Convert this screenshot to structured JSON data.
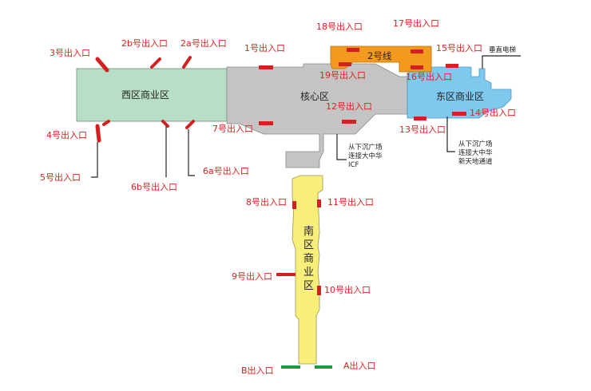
{
  "zones": {
    "west": "西区商业区",
    "core": "核心区",
    "east": "东区商业区",
    "south": "南区商业区"
  },
  "line2": "2号线",
  "notes": {
    "icf": [
      "从下沉广场",
      "连接大中华",
      "ICF"
    ],
    "elevator": "垂直电梯",
    "east_passage": [
      "从下沉广场",
      "连接大中华",
      "新天地通道"
    ]
  },
  "exits": {
    "e1": "1号出入口",
    "e2a": "2a号出入口",
    "e2b": "2b号出入口",
    "e3": "3号出入口",
    "e4": "4号出入口",
    "e5": "5号出入口",
    "e6a": "6a号出入口",
    "e6b": "6b号出入口",
    "e7": "7号出入口",
    "e8": "8号出入口",
    "e9": "9号出入口",
    "e10": "10号出入口",
    "e11": "11号出入口",
    "e12": "12号出入口",
    "e13": "13号出入口",
    "e14": "14号出入口",
    "e15": "15号出入口",
    "e16": "16号出入口",
    "e17": "17号出入口",
    "e18": "18号出入口",
    "e19": "19号出入口",
    "eA": "A出入口",
    "eB": "B出入口"
  },
  "colors": {
    "west": "#b7dfc5",
    "core": "#c4c4c4",
    "east": "#7fc8ee",
    "south": "#f8ee7a",
    "line2": "#f39a1e",
    "exit_mark": "#d42020",
    "ground_exit": "#1d9a3c",
    "label": "#e02020"
  }
}
